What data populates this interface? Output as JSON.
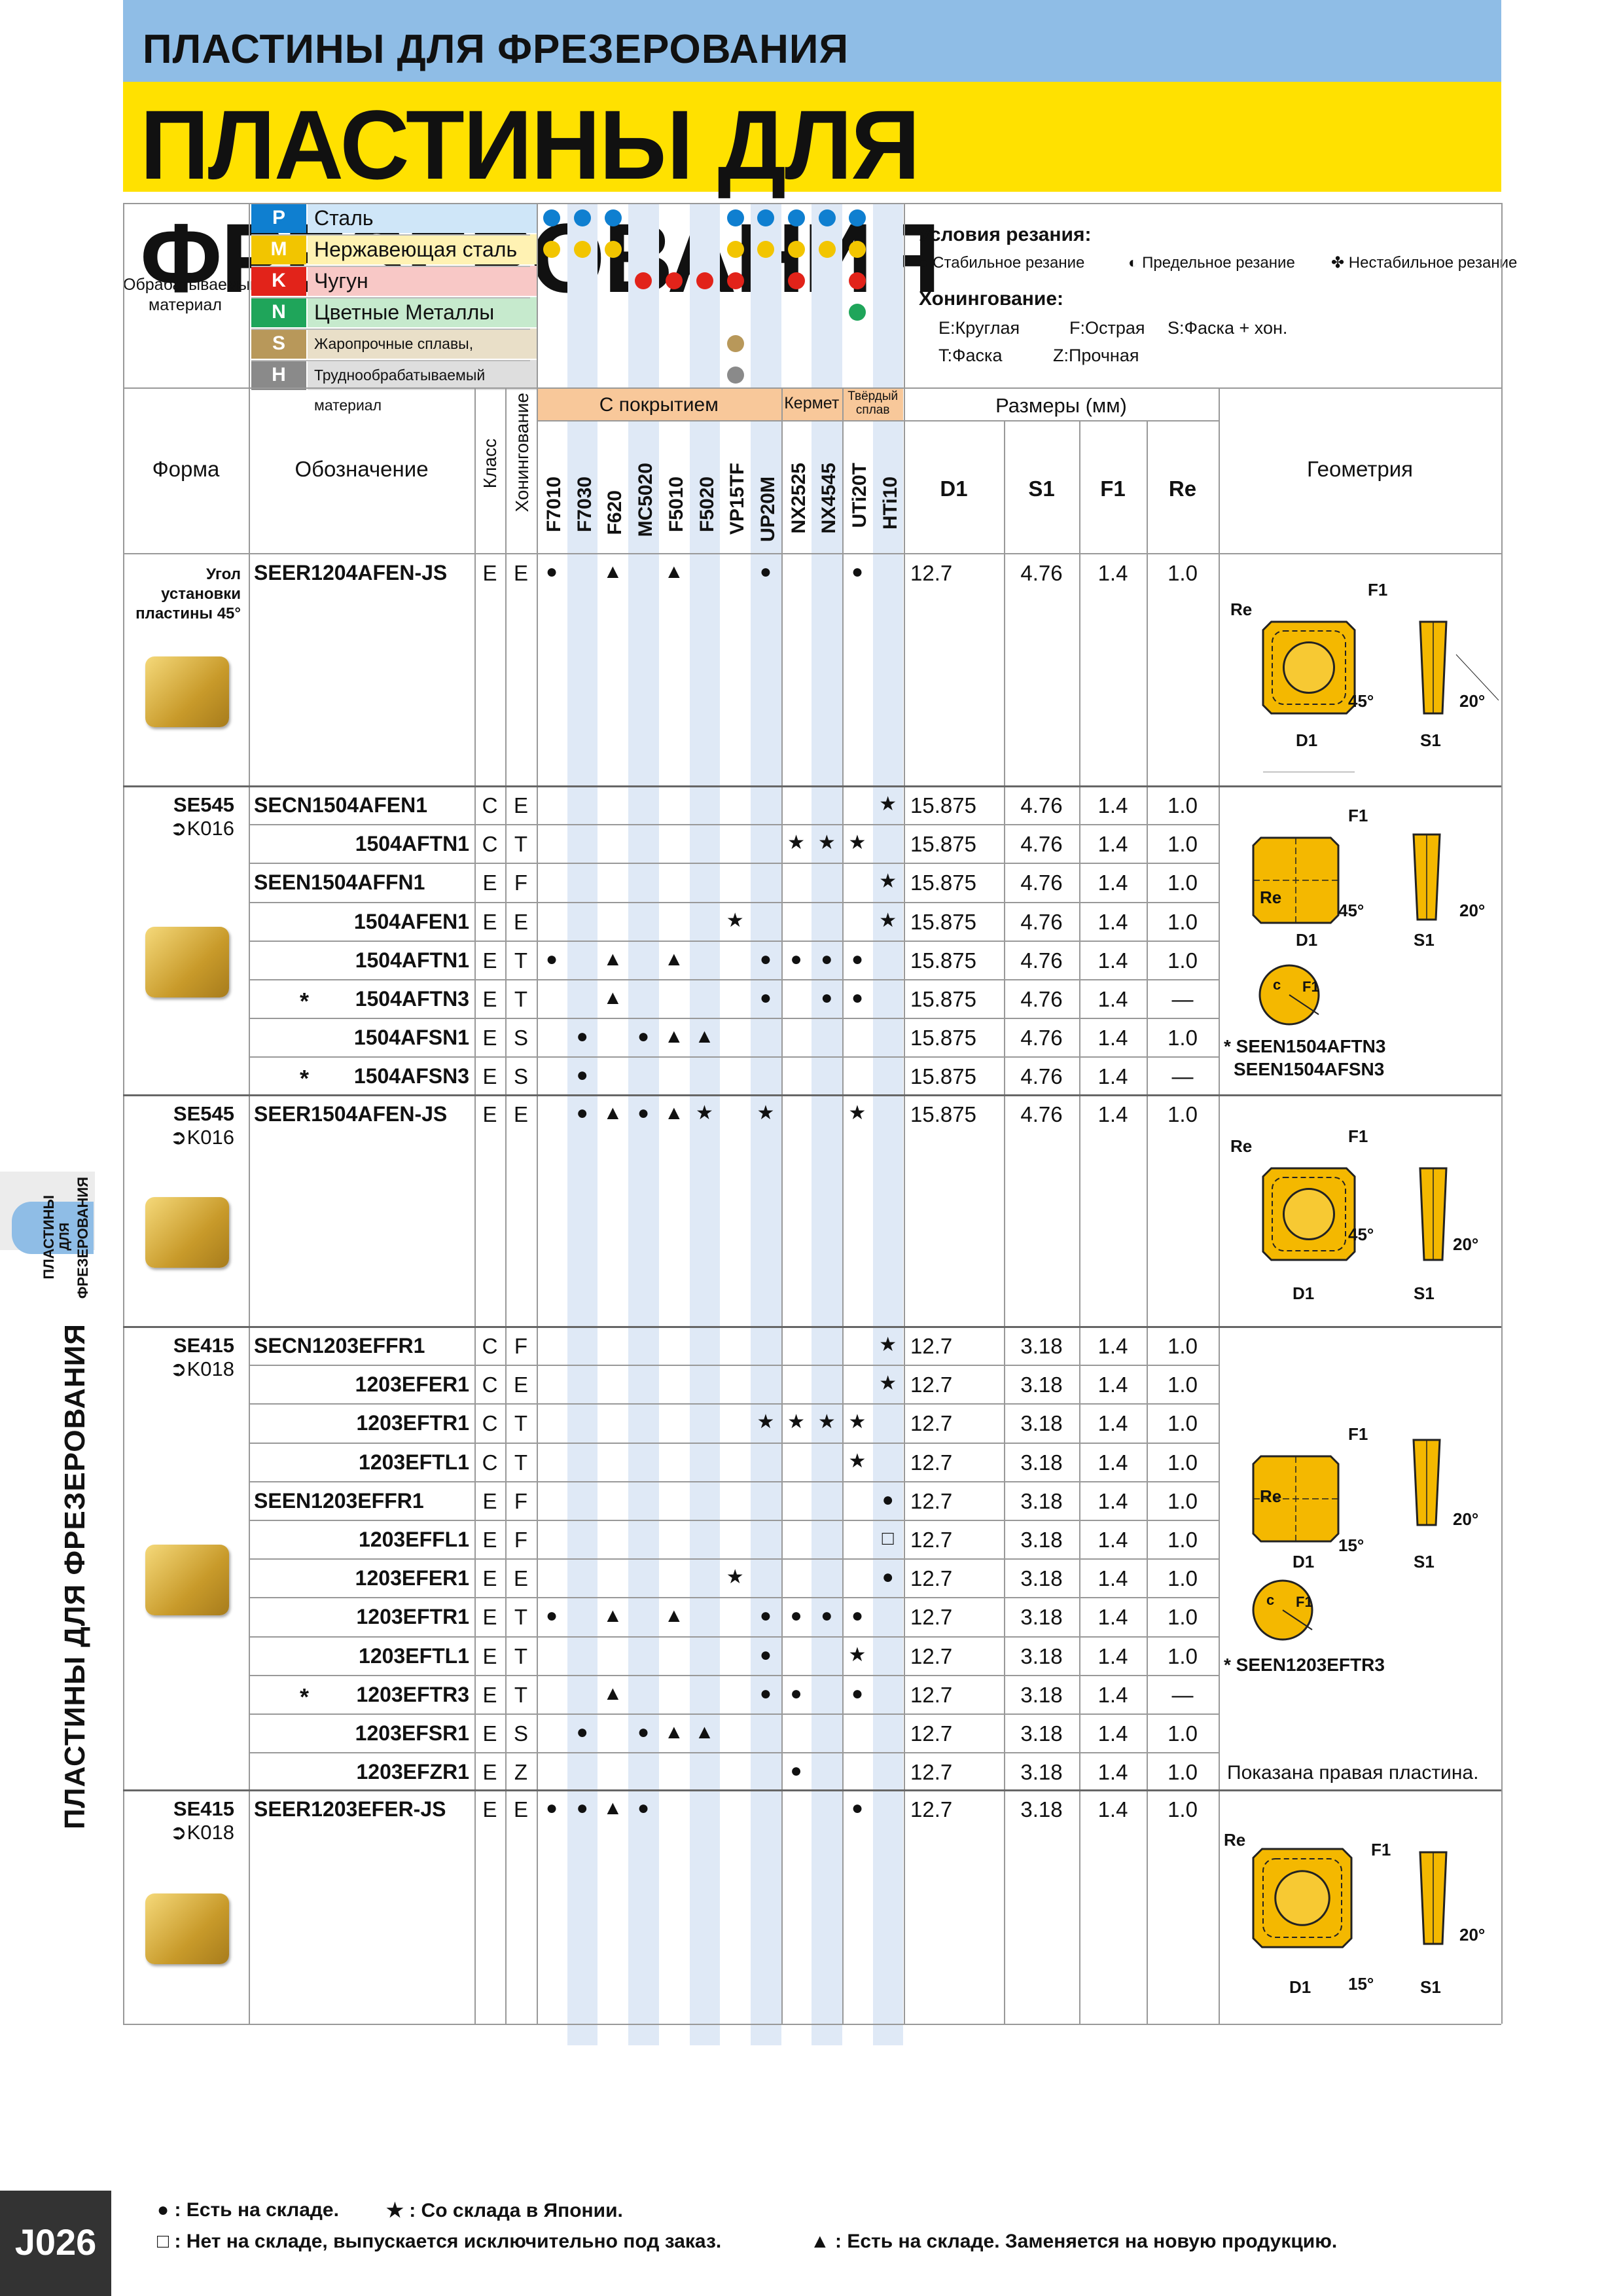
{
  "header": {
    "small_title": "ПЛАСТИНЫ ДЛЯ ФРЕЗЕРОВАНИЯ",
    "big_title": "ПЛАСТИНЫ ДЛЯ ФРЕЗЕРОВАНИЯ"
  },
  "side": {
    "tab_text_1": "ПЛАСТИНЫ",
    "tab_text_2": "ДЛЯ",
    "tab_text_3": "ФРЕЗЕРОВАНИЯ",
    "vertical_title": "ПЛАСТИНЫ ДЛЯ ФРЕЗЕРОВАНИЯ"
  },
  "materials": {
    "label": "Обрабатываемый материал",
    "rows": [
      {
        "code": "P",
        "name": "Сталь",
        "color": "#0f7fd0"
      },
      {
        "code": "M",
        "name": "Нержавеющая сталь",
        "color": "#f2c500"
      },
      {
        "code": "K",
        "name": "Чугун",
        "color": "#e2231a"
      },
      {
        "code": "N",
        "name": "Цветные Металлы",
        "color": "#1fa55a"
      },
      {
        "code": "S",
        "name": "Жаропрочные сплавы, Титановые сплавы",
        "color": "#b8985a"
      },
      {
        "code": "H",
        "name": "Труднообрабатываемый материал",
        "color": "#8a8a8a"
      }
    ]
  },
  "conditions": {
    "title": "Условия резания:",
    "stable": "Стабильное резание",
    "limit": "Предельное резание",
    "unstable": "Нестабильное резание",
    "honing_title": "Хонингование:",
    "honing_E": "Круглая",
    "honing_F": "Острая",
    "honing_S": "Фаска + хон.",
    "honing_T": "Фаска",
    "honing_Z": "Прочная",
    "sep": ":"
  },
  "columns": {
    "form": "Форма",
    "designation": "Обозначение",
    "class": "Класс",
    "honing": "Хонингование",
    "coated": "С покрытием",
    "cermet": "Кермет",
    "carbide": "Твёрдый сплав",
    "sizes": "Размеры (мм)",
    "geometry": "Геометрия",
    "D1": "D1",
    "S1": "S1",
    "F1": "F1",
    "Re": "Re",
    "grades": [
      "F7010",
      "F7030",
      "F620",
      "MC5020",
      "F5010",
      "F5020",
      "VP15TF",
      "UP20M",
      "NX2525",
      "NX4545",
      "UTi20T",
      "HTi10"
    ]
  },
  "sections": [
    {
      "form_label": "Угол установки пластины 45°",
      "ref": "",
      "rows": [
        {
          "star": "",
          "name": "SEER1204AFEN-JS",
          "cls": "E",
          "hon": "E",
          "marks": [
            "●",
            "",
            "▲",
            "",
            "▲",
            "",
            "",
            "●",
            "",
            "",
            "●",
            ""
          ],
          "d1": "12.7",
          "s1": "4.76",
          "f1": "1.4",
          "re": "1.0"
        }
      ]
    },
    {
      "form_label": "SE545",
      "ref": "K016",
      "rows": [
        {
          "star": "",
          "name": "SECN1504AFEN1",
          "cls": "C",
          "hon": "E",
          "marks": [
            "",
            "",
            "",
            "",
            "",
            "",
            "",
            "",
            "",
            "",
            "",
            "★"
          ],
          "d1": "15.875",
          "s1": "4.76",
          "f1": "1.4",
          "re": "1.0"
        },
        {
          "star": "",
          "name": "1504AFTN1",
          "cls": "C",
          "hon": "T",
          "marks": [
            "",
            "",
            "",
            "",
            "",
            "",
            "",
            "",
            "★",
            "★",
            "★",
            ""
          ],
          "d1": "15.875",
          "s1": "4.76",
          "f1": "1.4",
          "re": "1.0"
        },
        {
          "star": "",
          "name": "SEEN1504AFFN1",
          "cls": "E",
          "hon": "F",
          "marks": [
            "",
            "",
            "",
            "",
            "",
            "",
            "",
            "",
            "",
            "",
            "",
            "★"
          ],
          "d1": "15.875",
          "s1": "4.76",
          "f1": "1.4",
          "re": "1.0"
        },
        {
          "star": "",
          "name": "1504AFEN1",
          "cls": "E",
          "hon": "E",
          "marks": [
            "",
            "",
            "",
            "",
            "",
            "",
            "★",
            "",
            "",
            "",
            "",
            "★"
          ],
          "d1": "15.875",
          "s1": "4.76",
          "f1": "1.4",
          "re": "1.0"
        },
        {
          "star": "",
          "name": "1504AFTN1",
          "cls": "E",
          "hon": "T",
          "marks": [
            "●",
            "",
            "▲",
            "",
            "▲",
            "",
            "",
            "●",
            "●",
            "●",
            "●",
            ""
          ],
          "d1": "15.875",
          "s1": "4.76",
          "f1": "1.4",
          "re": "1.0"
        },
        {
          "star": "*",
          "name": "1504AFTN3",
          "cls": "E",
          "hon": "T",
          "marks": [
            "",
            "",
            "▲",
            "",
            "",
            "",
            "",
            "●",
            "",
            "●",
            "●",
            ""
          ],
          "d1": "15.875",
          "s1": "4.76",
          "f1": "1.4",
          "re": "—"
        },
        {
          "star": "",
          "name": "1504AFSN1",
          "cls": "E",
          "hon": "S",
          "marks": [
            "",
            "●",
            "",
            "●",
            "▲",
            "▲",
            "",
            "",
            "",
            "",
            "",
            ""
          ],
          "d1": "15.875",
          "s1": "4.76",
          "f1": "1.4",
          "re": "1.0"
        },
        {
          "star": "*",
          "name": "1504AFSN3",
          "cls": "E",
          "hon": "S",
          "marks": [
            "",
            "●",
            "",
            "",
            "",
            "",
            "",
            "",
            "",
            "",
            "",
            ""
          ],
          "d1": "15.875",
          "s1": "4.76",
          "f1": "1.4",
          "re": "—"
        }
      ]
    },
    {
      "form_label": "SE545",
      "ref": "K016",
      "rows": [
        {
          "star": "",
          "name": "SEER1504AFEN-JS",
          "cls": "E",
          "hon": "E",
          "marks": [
            "",
            "●",
            "▲",
            "●",
            "▲",
            "★",
            "",
            "★",
            "",
            "",
            "★",
            ""
          ],
          "d1": "15.875",
          "s1": "4.76",
          "f1": "1.4",
          "re": "1.0"
        }
      ]
    },
    {
      "form_label": "SE415",
      "ref": "K018",
      "rows": [
        {
          "star": "",
          "name": "SECN1203EFFR1",
          "cls": "C",
          "hon": "F",
          "marks": [
            "",
            "",
            "",
            "",
            "",
            "",
            "",
            "",
            "",
            "",
            "",
            "★"
          ],
          "d1": "12.7",
          "s1": "3.18",
          "f1": "1.4",
          "re": "1.0"
        },
        {
          "star": "",
          "name": "1203EFER1",
          "cls": "C",
          "hon": "E",
          "marks": [
            "",
            "",
            "",
            "",
            "",
            "",
            "",
            "",
            "",
            "",
            "",
            "★"
          ],
          "d1": "12.7",
          "s1": "3.18",
          "f1": "1.4",
          "re": "1.0"
        },
        {
          "star": "",
          "name": "1203EFTR1",
          "cls": "C",
          "hon": "T",
          "marks": [
            "",
            "",
            "",
            "",
            "",
            "",
            "",
            "★",
            "★",
            "★",
            "★",
            ""
          ],
          "d1": "12.7",
          "s1": "3.18",
          "f1": "1.4",
          "re": "1.0"
        },
        {
          "star": "",
          "name": "1203EFTL1",
          "cls": "C",
          "hon": "T",
          "marks": [
            "",
            "",
            "",
            "",
            "",
            "",
            "",
            "",
            "",
            "",
            "★",
            ""
          ],
          "d1": "12.7",
          "s1": "3.18",
          "f1": "1.4",
          "re": "1.0"
        },
        {
          "star": "",
          "name": "SEEN1203EFFR1",
          "cls": "E",
          "hon": "F",
          "marks": [
            "",
            "",
            "",
            "",
            "",
            "",
            "",
            "",
            "",
            "",
            "",
            "●"
          ],
          "d1": "12.7",
          "s1": "3.18",
          "f1": "1.4",
          "re": "1.0"
        },
        {
          "star": "",
          "name": "1203EFFL1",
          "cls": "E",
          "hon": "F",
          "marks": [
            "",
            "",
            "",
            "",
            "",
            "",
            "",
            "",
            "",
            "",
            "",
            "□"
          ],
          "d1": "12.7",
          "s1": "3.18",
          "f1": "1.4",
          "re": "1.0"
        },
        {
          "star": "",
          "name": "1203EFER1",
          "cls": "E",
          "hon": "E",
          "marks": [
            "",
            "",
            "",
            "",
            "",
            "",
            "★",
            "",
            "",
            "",
            "",
            "●"
          ],
          "d1": "12.7",
          "s1": "3.18",
          "f1": "1.4",
          "re": "1.0"
        },
        {
          "star": "",
          "name": "1203EFTR1",
          "cls": "E",
          "hon": "T",
          "marks": [
            "●",
            "",
            "▲",
            "",
            "▲",
            "",
            "",
            "●",
            "●",
            "●",
            "●",
            ""
          ],
          "d1": "12.7",
          "s1": "3.18",
          "f1": "1.4",
          "re": "1.0"
        },
        {
          "star": "",
          "name": "1203EFTL1",
          "cls": "E",
          "hon": "T",
          "marks": [
            "",
            "",
            "",
            "",
            "",
            "",
            "",
            "●",
            "",
            "",
            "★",
            ""
          ],
          "d1": "12.7",
          "s1": "3.18",
          "f1": "1.4",
          "re": "1.0"
        },
        {
          "star": "*",
          "name": "1203EFTR3",
          "cls": "E",
          "hon": "T",
          "marks": [
            "",
            "",
            "▲",
            "",
            "",
            "",
            "",
            "●",
            "●",
            "",
            "●",
            ""
          ],
          "d1": "12.7",
          "s1": "3.18",
          "f1": "1.4",
          "re": "—"
        },
        {
          "star": "",
          "name": "1203EFSR1",
          "cls": "E",
          "hon": "S",
          "marks": [
            "",
            "●",
            "",
            "●",
            "▲",
            "▲",
            "",
            "",
            "",
            "",
            "",
            ""
          ],
          "d1": "12.7",
          "s1": "3.18",
          "f1": "1.4",
          "re": "1.0"
        },
        {
          "star": "",
          "name": "1203EFZR1",
          "cls": "E",
          "hon": "Z",
          "marks": [
            "",
            "",
            "",
            "",
            "",
            "",
            "",
            "",
            "●",
            "",
            "",
            ""
          ],
          "d1": "12.7",
          "s1": "3.18",
          "f1": "1.4",
          "re": "1.0"
        }
      ]
    },
    {
      "form_label": "SE415",
      "ref": "K018",
      "rows": [
        {
          "star": "",
          "name": "SEER1203EFER-JS",
          "cls": "E",
          "hon": "E",
          "marks": [
            "●",
            "●",
            "▲",
            "●",
            "",
            "",
            "",
            "",
            "",
            "",
            "●",
            ""
          ],
          "d1": "12.7",
          "s1": "3.18",
          "f1": "1.4",
          "re": "1.0"
        }
      ]
    }
  ],
  "geometry_notes": {
    "g2_note1": "SEEN1504AFTN3",
    "g2_note2": "SEEN1504AFSN3",
    "g4_note1": "SEEN1203EFTR3",
    "g4_note2": "Показана правая пластина.",
    "asterisk": "*",
    "lbl_Re": "Re",
    "lbl_F1": "F1",
    "lbl_D1": "D1",
    "lbl_S1": "S1",
    "lbl_c": "c",
    "a45": "45°",
    "a20": "20°",
    "a15": "15°"
  },
  "footer": {
    "page": "J026",
    "line1a": "● : Есть на складе.",
    "line1b": "★ : Со склада в Японии.",
    "line2a": "□ : Нет на складе, выпускается исключительно под заказ.",
    "line2b": "▲ : Есть на складе. Заменяется на новую продукцию."
  }
}
